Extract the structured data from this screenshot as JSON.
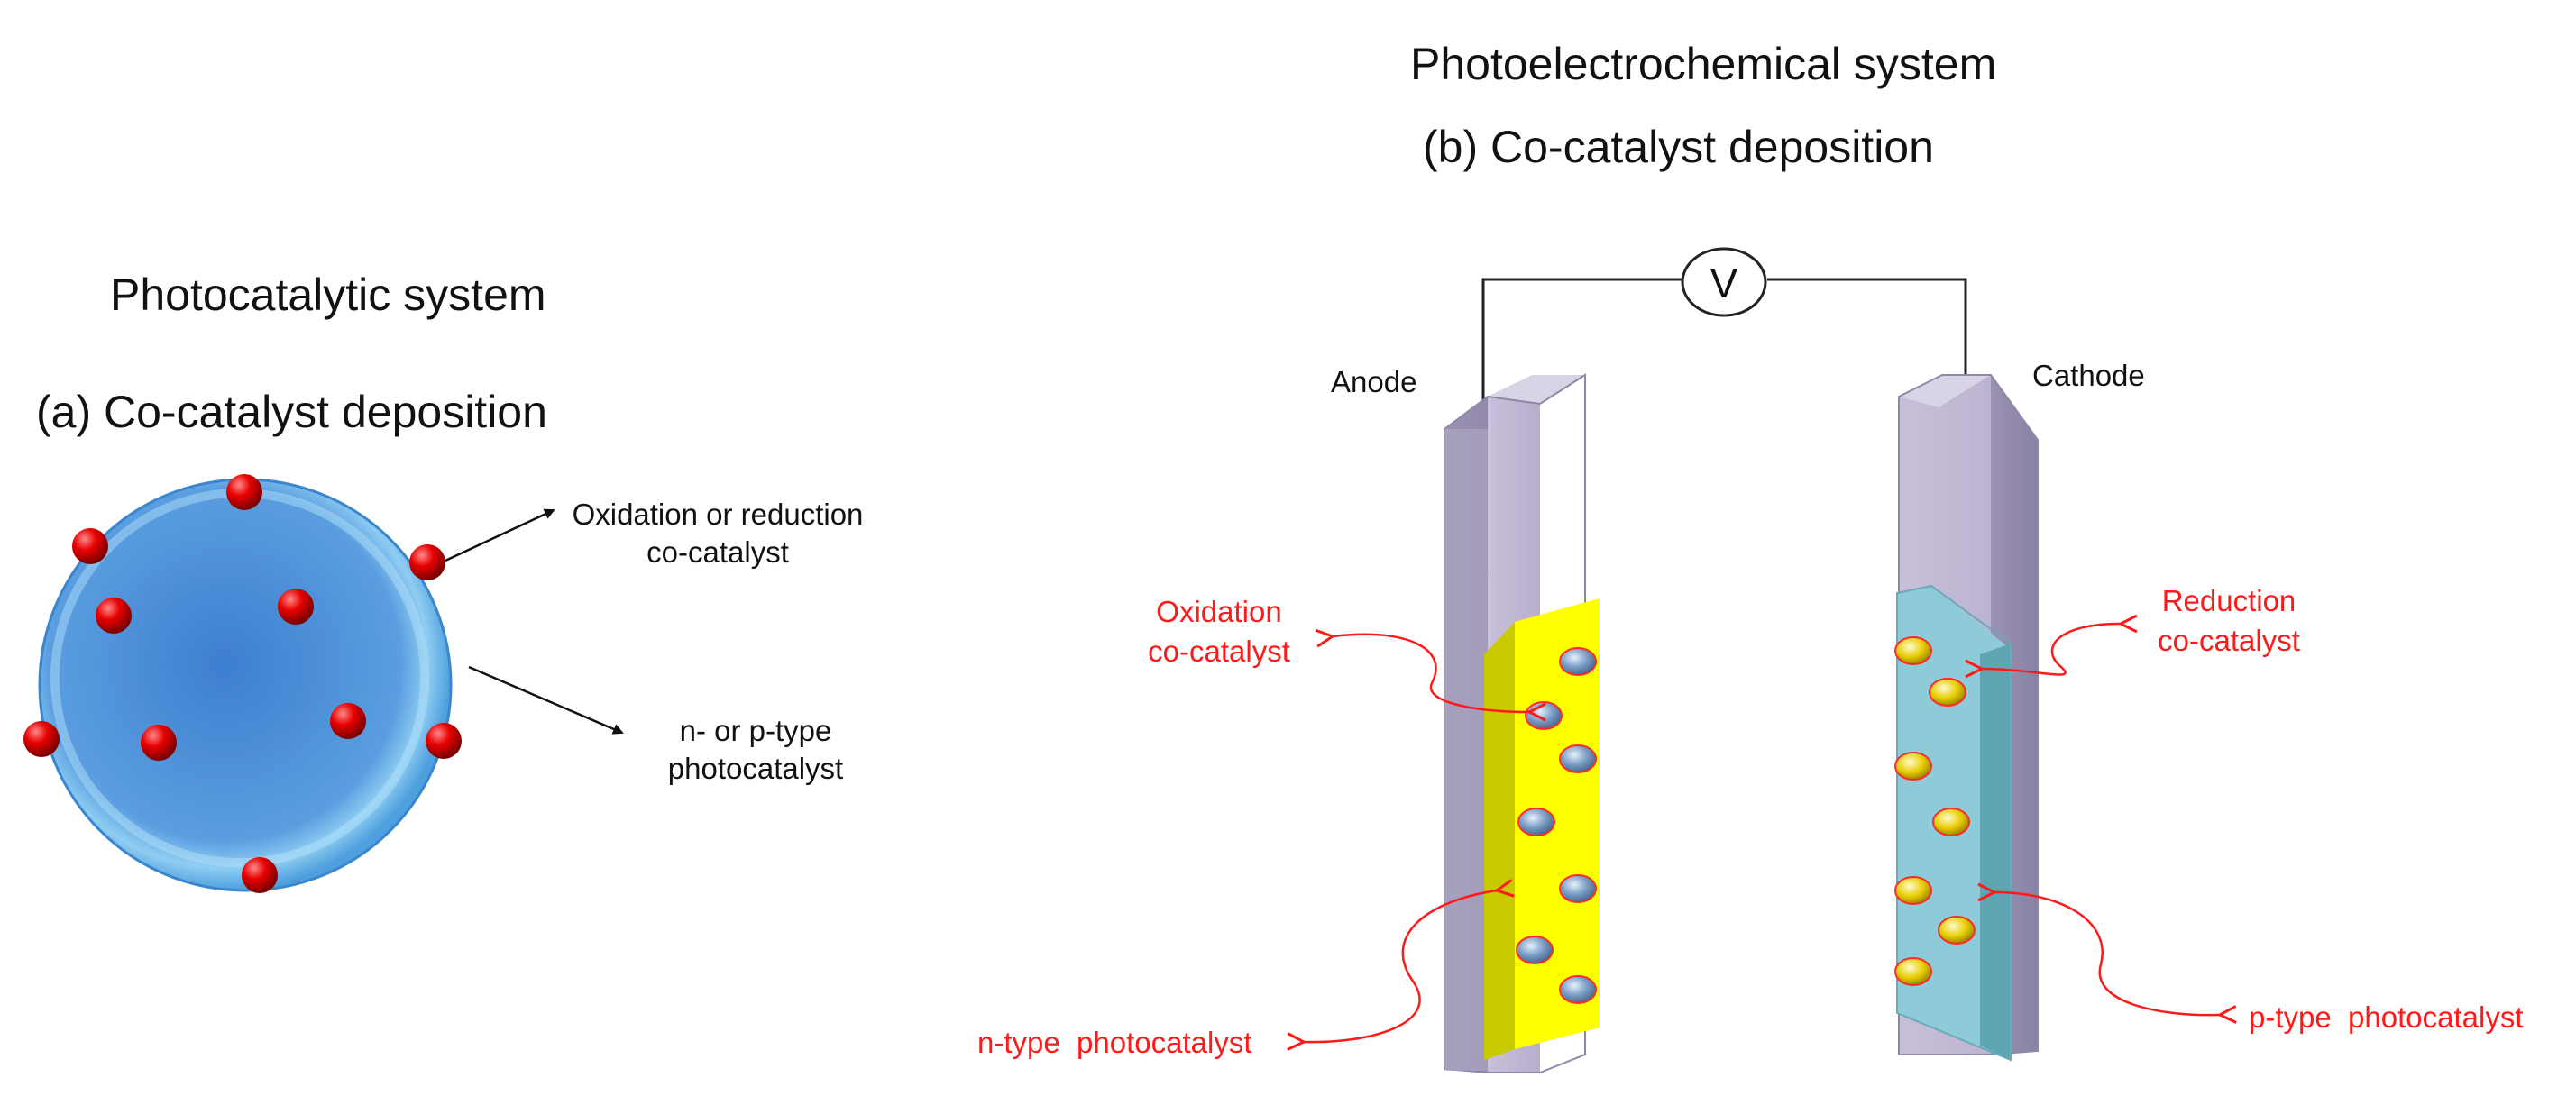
{
  "left": {
    "heading": "Photocatalytic system",
    "subheading": "(a) Co-catalyst deposition",
    "label_cocatalyst_line1": "Oxidation or reduction",
    "label_cocatalyst_line2": "co-catalyst",
    "label_photocatalyst_line1": "n- or p-type",
    "label_photocatalyst_line2": "photocatalyst"
  },
  "right": {
    "heading": "Photoelectrochemical system",
    "subheading": "(b) Co-catalyst deposition",
    "voltmeter": "V",
    "anode": "Anode",
    "cathode": "Cathode",
    "oxidation_line1": "Oxidation",
    "oxidation_line2": "co-catalyst",
    "reduction_line1": "Reduction",
    "reduction_line2": "co-catalyst",
    "n_type": "n-type  photocatalyst",
    "p_type": "p-type  photocatalyst"
  },
  "colors": {
    "sphere": "#4a90d9",
    "sphere_rim": "#9fd3f3",
    "cocatalyst_dot": "#e00000",
    "electrode": "#c6bed8",
    "n_type_layer": "#ffff00",
    "p_type_layer": "#8ecbd8",
    "annotation_red": "#ff1a1a"
  }
}
